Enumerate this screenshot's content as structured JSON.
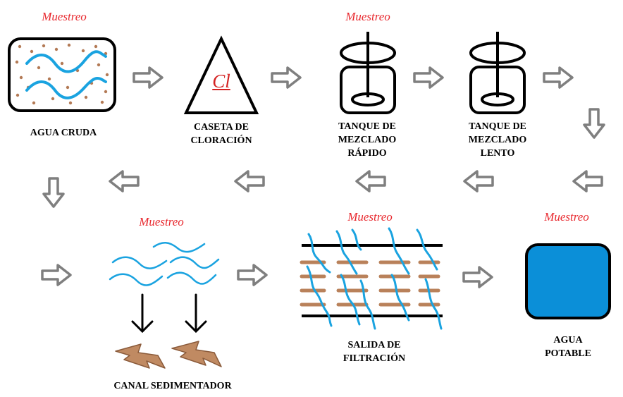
{
  "sample_label": "Muestreo",
  "chlorine_symbol": "Cl",
  "stages": {
    "raw_water": "AGUA CRUDA",
    "chlorination_booth": "CASETA DE\nCLORACIÓN",
    "rapid_mix": "TANQUE DE\nMEZCLADO\nRÁPIDO",
    "slow_mix": "TANQUE DE\nMEZCLADO\nLENTO",
    "sedimentation": "CANAL SEDIMENTADOR",
    "filtration": "SALIDA DE\nFILTRACIÓN",
    "potable_water": "AGUA POTABLE"
  },
  "colors": {
    "arrow_stroke": "#7f7f7f",
    "water_blue": "#1aa3e0",
    "sediment_brown": "#b9815a",
    "sample_red": "#e8282e",
    "potable_fill": "#0b8fd8"
  }
}
